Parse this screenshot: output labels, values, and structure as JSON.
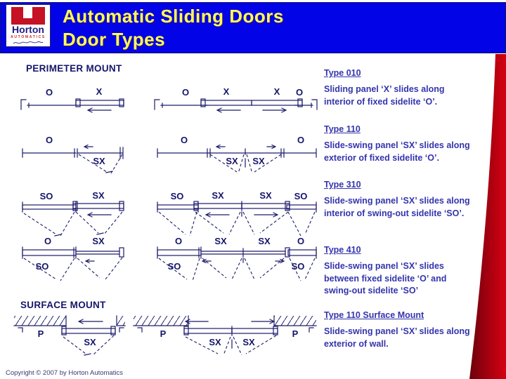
{
  "header": {
    "title": "Automatic Sliding Doors\nDoor Types",
    "logo": {
      "name": "Horton",
      "subtext": "AUTOMATICS"
    }
  },
  "sections": {
    "perimeter": "PERIMETER MOUNT",
    "surface": "SURFACE MOUNT"
  },
  "types": [
    {
      "title": "Type 010",
      "desc": "Sliding panel ‘X’ slides along interior of fixed sidelite ‘O’."
    },
    {
      "title": "Type 110",
      "desc": "Slide-swing panel ‘SX’ slides along exterior of fixed sidelite ‘O’."
    },
    {
      "title": "Type 310",
      "desc": "Slide-swing panel ‘SX’ slides along interior of swing-out sidelite ‘SO’."
    },
    {
      "title": "Type 410",
      "desc": "Slide-swing panel ‘SX’ slides between fixed sidelite ‘O’ and swing-out sidelite ‘SO’"
    },
    {
      "title": "Type 110 Surface Mount",
      "desc": "Slide-swing panel ‘SX’ slides along exterior of wall."
    }
  ],
  "diagram_labels": {
    "r1": {
      "s": [
        "O",
        "X"
      ],
      "b": [
        "O",
        "X",
        "X",
        "O"
      ]
    },
    "r2": {
      "s": [
        "O",
        "SX"
      ],
      "b": [
        "O",
        "SX",
        "SX",
        "O"
      ]
    },
    "r3": {
      "s": [
        "SO",
        "SX"
      ],
      "b": [
        "SO",
        "SX",
        "SX",
        "SO"
      ]
    },
    "r4": {
      "s": [
        "O",
        "SX",
        "SO"
      ],
      "b": [
        "O",
        "SX",
        "SX",
        "O",
        "SO",
        "SO"
      ]
    },
    "r5": {
      "s": [
        "P",
        "SX"
      ],
      "b": [
        "P",
        "SX",
        "SX",
        "P"
      ]
    }
  },
  "footer": {
    "copyright": "Copyright © 2007 by Horton Automatics"
  },
  "colors": {
    "header_bg": "#0303e8",
    "header_text": "#ffff55",
    "accent_red": "#c00010",
    "diagram_ink": "#1c1c6b",
    "body_text": "#3434ad",
    "logo_red": "#c51224"
  }
}
